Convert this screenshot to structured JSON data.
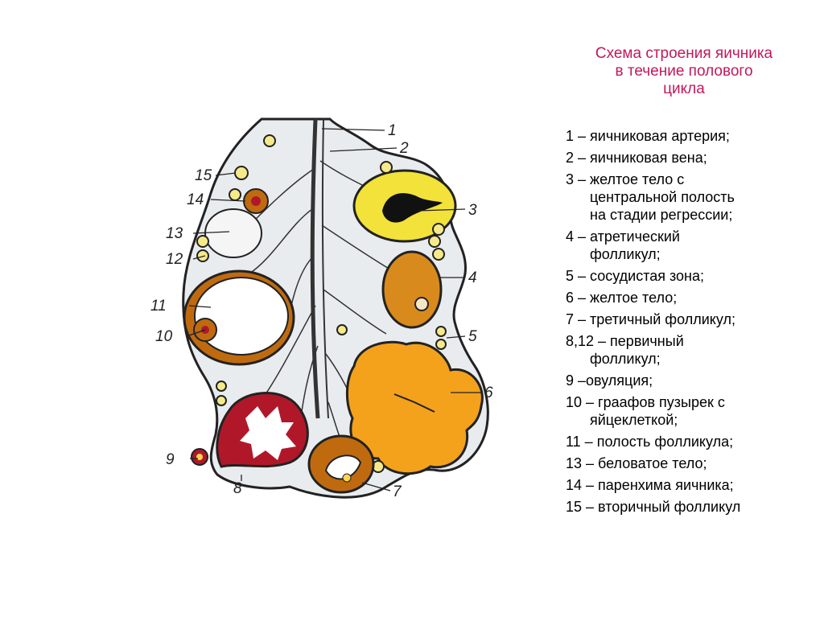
{
  "title": {
    "lines": [
      "Схема строения яичника",
      "в течение полового",
      "цикла"
    ],
    "color": "#c2185b"
  },
  "legend": [
    {
      "lines": [
        "1 – яичниковая артерия;"
      ]
    },
    {
      "lines": [
        "2 – яичниковая вена;"
      ]
    },
    {
      "lines": [
        "3 – желтое тело с",
        "центральной полость",
        "на стадии регрессии;"
      ]
    },
    {
      "lines": [
        "4 – атретический",
        "фолликул;"
      ]
    },
    {
      "lines": [
        "5 – сосудистая зона;"
      ]
    },
    {
      "lines": [
        "6 – желтое тело;"
      ]
    },
    {
      "lines": [
        "7 – третичный фолликул;"
      ]
    },
    {
      "lines": [
        "8,12 – первичный",
        "фолликул;"
      ]
    },
    {
      "lines": [
        "9 –овуляция;"
      ]
    },
    {
      "lines": [
        "10 – граафов пузырек с",
        "яйцеклеткой;"
      ]
    },
    {
      "lines": [
        "11 – полость фолликула;"
      ]
    },
    {
      "lines": [
        "13 – беловатое тело;"
      ]
    },
    {
      "lines": [
        "14 – паренхима яичника;"
      ]
    },
    {
      "lines": [
        "15 – вторичный фолликул"
      ]
    }
  ],
  "diagram": {
    "labels": [
      "1",
      "2",
      "3",
      "4",
      "5",
      "6",
      "7",
      "8",
      "9",
      "10",
      "11",
      "12",
      "13",
      "14",
      "15"
    ],
    "colors": {
      "corpus_luteum": "#f4a11c",
      "regressing_corpus": "#f2e23a",
      "atretic": "#d98a1c",
      "follicle_wall": "#c06a10",
      "ovulation": "#b0182a",
      "outline": "#222222"
    }
  }
}
